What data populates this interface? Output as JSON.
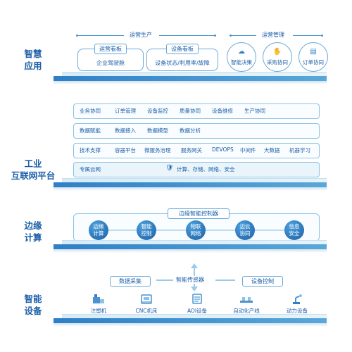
{
  "layers": {
    "smart_app": {
      "label": "智慧\n应用"
    },
    "platform": {
      "label": "工业\n互联网平台"
    },
    "edge": {
      "label": "边缘\n计算"
    },
    "device": {
      "label": "智能\n设备"
    }
  },
  "smart_app": {
    "group_ops_prod": "运营生产",
    "group_ops_mgmt": "运营管理",
    "board_ops": {
      "title": "运营看板",
      "text": "企业驾驶舱"
    },
    "board_device": {
      "title": "设备看板",
      "text": "设备状态/利用率/故障"
    },
    "circles": [
      {
        "label": "智能决策",
        "icon": "cloud-gear-icon",
        "glyph": "☁"
      },
      {
        "label": "采购协同",
        "icon": "hand-icon",
        "glyph": "✋"
      },
      {
        "label": "订单协同",
        "icon": "order-doc-icon",
        "glyph": "▤"
      }
    ]
  },
  "platform": {
    "rows": [
      {
        "lead": "业务协同",
        "items": [
          "订单管理",
          "设备监控",
          "质量协同",
          "设备维修",
          "生产协同"
        ]
      },
      {
        "lead": "数据赋能",
        "items": [
          "数据接入",
          "数据模型",
          "数据分析"
        ]
      },
      {
        "lead": "技术支撑",
        "items": [
          "容器平台",
          "微服务治理",
          "服务网关",
          "DEVOPS",
          "中间件",
          "大数据",
          "机器学习"
        ]
      }
    ],
    "cloud": {
      "lead": "专属云网",
      "items": "计算、存储、网络、安全",
      "icon": "shield-check-icon"
    }
  },
  "edge": {
    "title": "边缘智能控制器",
    "nodes": [
      "边缘\n计算",
      "智能\n控制",
      "物联\n网络",
      "边云\n协同",
      "信息\n安全"
    ]
  },
  "device": {
    "data_collection": "数据采集",
    "smart_sensor": "智能传感器",
    "device_control": "设备控制",
    "items": [
      {
        "label": "注塑机",
        "icon": "injection-machine-icon"
      },
      {
        "label": "CNC机床",
        "icon": "cnc-machine-icon"
      },
      {
        "label": "AOI设备",
        "icon": "aoi-device-icon"
      },
      {
        "label": "自动化产线",
        "icon": "production-line-icon"
      },
      {
        "label": "动力设备",
        "icon": "robot-arm-icon"
      }
    ]
  },
  "colors": {
    "primary": "#1c5fa8",
    "accent": "#2f7fc7",
    "light": "#d7ecf7",
    "border": "#8dc2e6"
  }
}
